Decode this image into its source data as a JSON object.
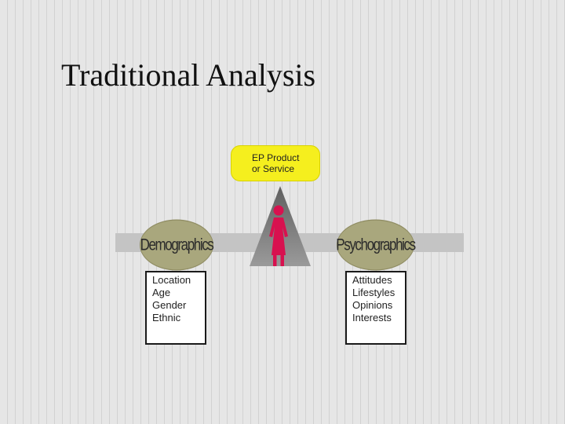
{
  "title": "Traditional Analysis",
  "product": {
    "line1": "EP Product",
    "line2": "or Service"
  },
  "demographics": {
    "label": "Demographics",
    "items": [
      "Location",
      "Age",
      "Gender",
      "Ethnic"
    ]
  },
  "psychographics": {
    "label": "Psychographics",
    "items": [
      "Attitudes",
      "Lifestyles",
      "Opinions",
      "Interests"
    ]
  },
  "colors": {
    "product_box": "#f5ef1e",
    "oval": "#a9a77d",
    "triangle": "#808080",
    "person": "#d8114f"
  },
  "icons": {
    "person": "woman-icon"
  }
}
